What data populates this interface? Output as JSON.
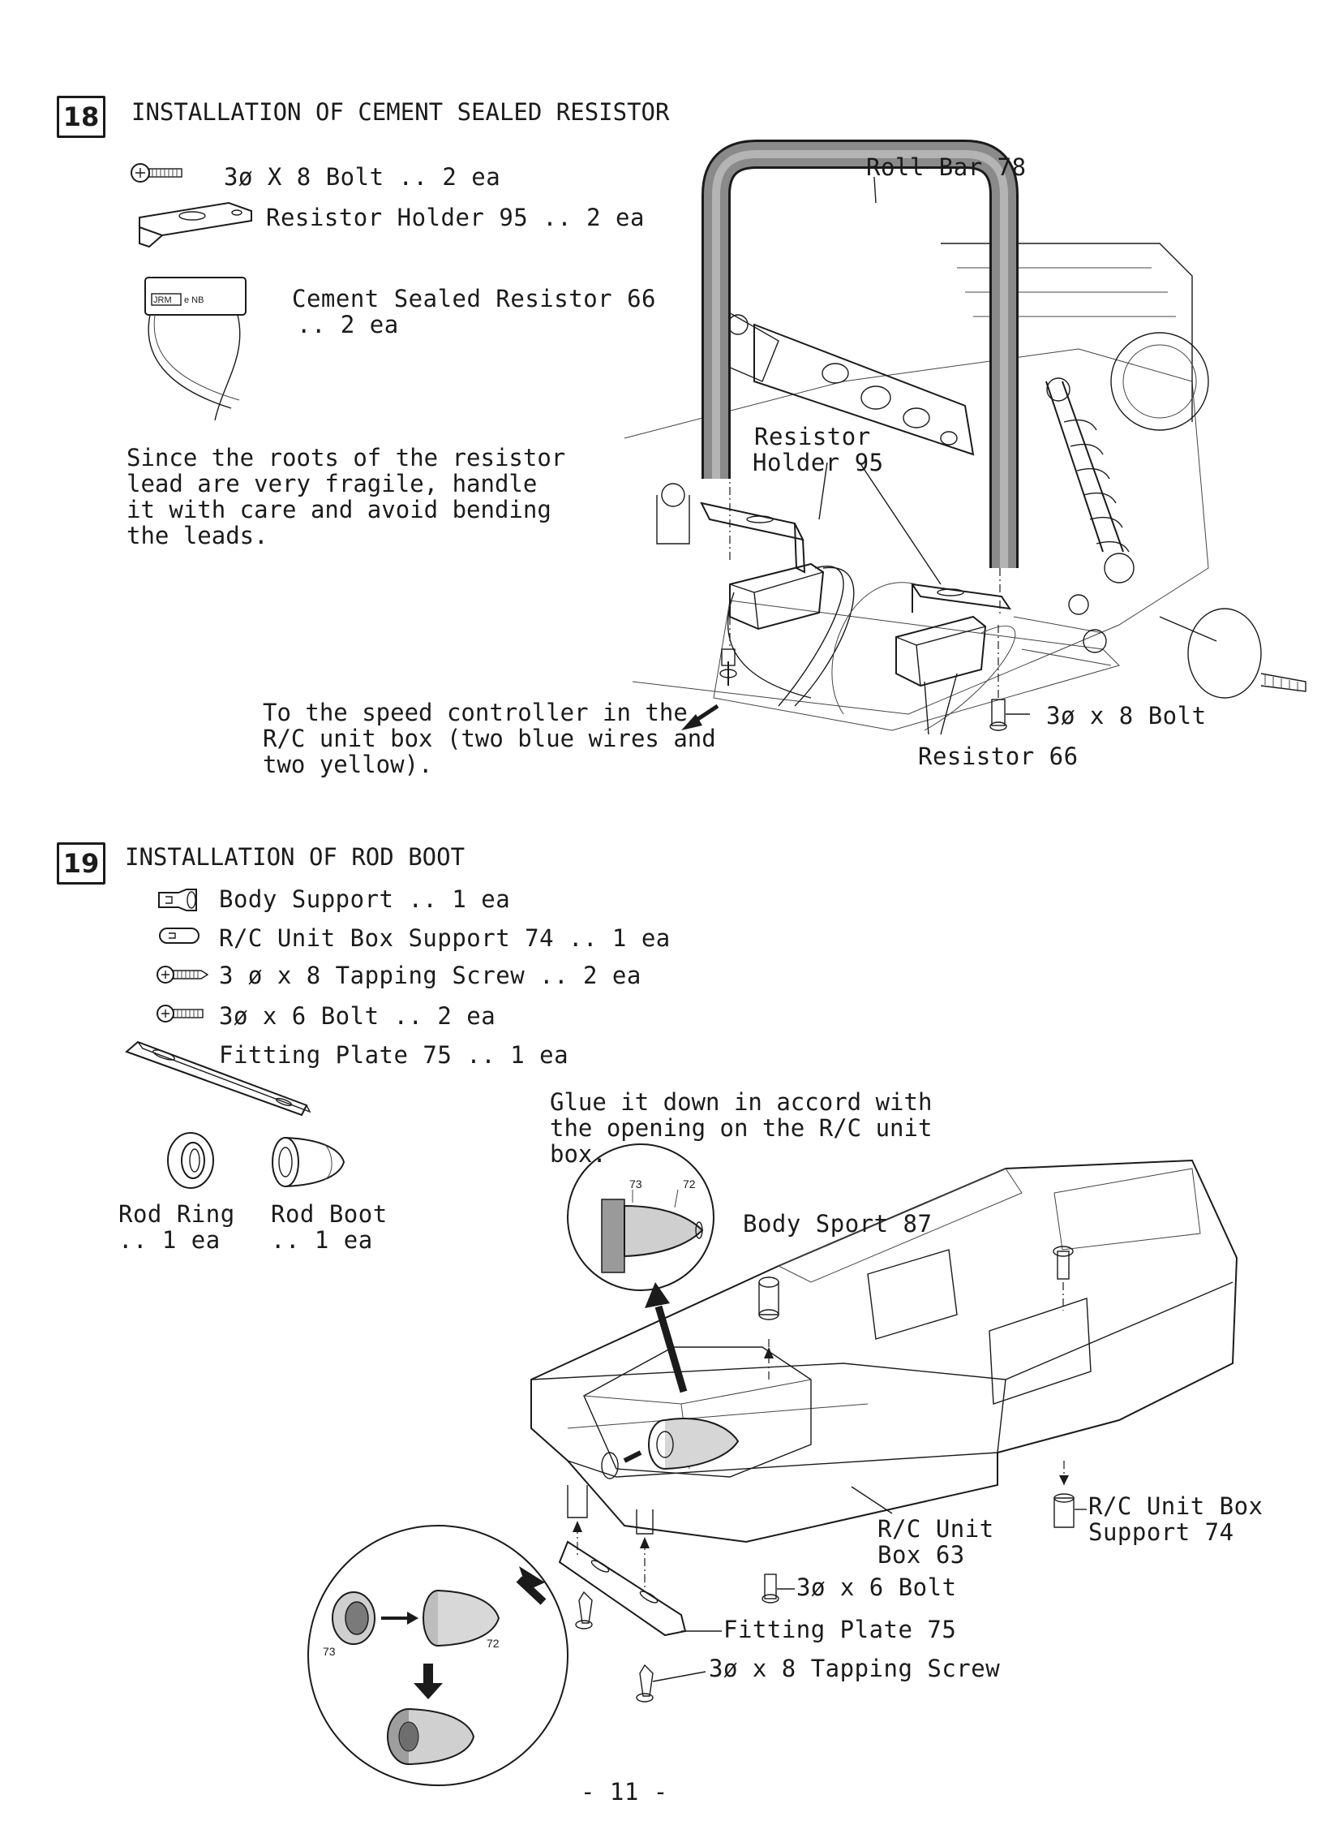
{
  "step18": {
    "number": "18",
    "title": "INSTALLATION OF CEMENT SEALED RESISTOR",
    "parts": [
      {
        "icon": "bolt-icon",
        "label": "3ø X 8 Bolt .. 2 ea"
      },
      {
        "icon": "resistor-holder-icon",
        "label": "Resistor Holder 95 .. 2 ea"
      },
      {
        "icon": "cement-resistor-icon",
        "label": "Cement Sealed Resistor 66",
        "qty": ".. 2 ea"
      }
    ],
    "resistor_marking": "JRM",
    "note": [
      "Since the roots of the resistor",
      "lead are very fragile, handle",
      "it with care and avoid bending",
      "the leads."
    ],
    "callouts": {
      "roll_bar": "Roll Bar 78",
      "holder": [
        "Resistor",
        "Holder 95"
      ],
      "bolt": "3ø x 8 Bolt",
      "resistor": "Resistor 66",
      "wires": [
        "To the speed controller in the",
        "R/C unit box (two blue wires and",
        "two yellow)."
      ]
    }
  },
  "step19": {
    "number": "19",
    "title": "INSTALLATION OF ROD BOOT",
    "parts": [
      {
        "icon": "body-support-icon",
        "label": "Body Support  ..  1 ea"
      },
      {
        "icon": "rc-unit-box-support-icon",
        "label": "R/C Unit Box Support 74  .. 1 ea"
      },
      {
        "icon": "tapping-screw-icon",
        "label": "3 ø x 8 Tapping Screw .. 2 ea"
      },
      {
        "icon": "bolt-icon",
        "label": "3ø x 6 Bolt  .. 2 ea"
      },
      {
        "icon": "fitting-plate-icon",
        "label": "Fitting Plate 75 .. 1 ea"
      }
    ],
    "rod_ring": [
      "Rod Ring",
      ".. 1 ea"
    ],
    "rod_boot": [
      "Rod Boot",
      ".. 1 ea"
    ],
    "glue_note": [
      "Glue it down in accord with",
      "the opening on the R/C unit",
      "box."
    ],
    "inset_numbers": {
      "a": "73",
      "b": "72"
    },
    "callouts": {
      "body_sport": "Body Sport 87",
      "box_support": [
        "R/C Unit Box",
        "Support 74"
      ],
      "unit_box": [
        "R/C Unit",
        "Box 63"
      ],
      "bolt": "3ø x 6 Bolt",
      "plate": "Fitting Plate 75",
      "screw": "3ø x 8 Tapping Screw"
    }
  },
  "page_number": "- 11 -"
}
